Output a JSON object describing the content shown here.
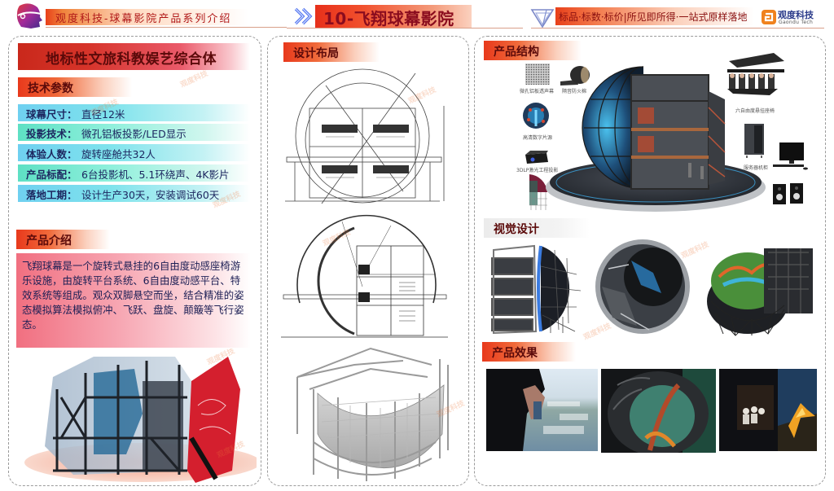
{
  "header": {
    "company_series_title": "观度科技-球幕影院产品系列介绍",
    "product_title": "10-飞翔球幕影院",
    "slogan": "标品·标数·标价|所见即所得·一站式原样落地",
    "brand_cn": "观度科技",
    "brand_en": "Gaondu Tech",
    "colors": {
      "accent_red": "#e8391c",
      "title_dark_red": "#8a0c1e",
      "brand_blue": "#2a3a8a"
    }
  },
  "left": {
    "banner": "地标性文旅科教娱艺综合体",
    "tech_params": {
      "title": "技术参数",
      "rows": [
        {
          "key": "球幕尺寸：",
          "value": "直径12米"
        },
        {
          "key": "投影技术：",
          "value": "微孔铝板投影/LED显示"
        },
        {
          "key": "体验人数：",
          "value": "旋转座舱共32人"
        },
        {
          "key": "产品标配：",
          "value": "6台投影机、5.1环绕声、4K影片"
        },
        {
          "key": "落地工期：",
          "value": "设计生产30天，安装调试60天"
        }
      ]
    },
    "intro": {
      "title": "产品介绍",
      "text": "飞翔球幕是一个旋转式悬挂的6自由度动感座椅游乐设施，由旋转平台系统、6自由度动感平台、特效系统等组成。观众双脚悬空而坐，结合精准的姿态模拟算法模拟俯冲、飞跃、盘旋、颠簸等飞行姿态。"
    },
    "render_image": "building-exterior-render"
  },
  "middle": {
    "title": "设计布局",
    "drawings": [
      "front-elevation-drawing",
      "section-drawing",
      "structure-3d-render"
    ]
  },
  "right": {
    "structure": {
      "title": "产品结构",
      "components": [
        {
          "label": "微孔铝板透声幕",
          "icon": "perforated-panel"
        },
        {
          "label": "隔音防火棉",
          "icon": "insulation-roll"
        },
        {
          "label": "高清数字片源",
          "icon": "digital-content"
        },
        {
          "label": "3DLP激光工程投影",
          "icon": "projector"
        },
        {
          "label": "六自由度悬挂座椅",
          "icon": "motion-seat"
        },
        {
          "label": "服务器机柜",
          "icon": "server-cabinet"
        }
      ],
      "extra_icons": [
        "dome-section",
        "computer-monitor",
        "speakers"
      ]
    },
    "visual": {
      "title": "视觉设计",
      "images": [
        "dome-frame-open",
        "dome-top-view",
        "dome-landscape-render"
      ]
    },
    "effect": {
      "title": "产品效果",
      "images": [
        "aerial-city-ride",
        "fantasy-dome-scene",
        "volcano-ride-scene"
      ]
    },
    "watermark": "观度科技"
  }
}
